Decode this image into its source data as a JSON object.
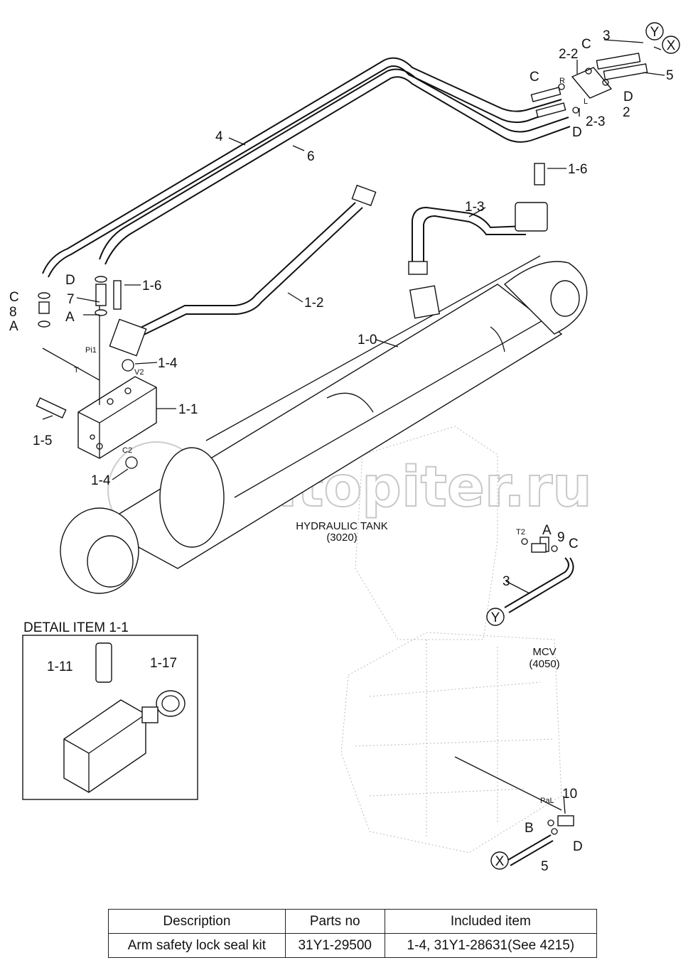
{
  "watermark": "autopiter.ru",
  "callouts": {
    "c3_top": "3",
    "c5_top": "5",
    "c2_2": "2-2",
    "c2": "2",
    "c2_3": "2-3",
    "cC_r1": "C",
    "cC_r2": "C",
    "cD_r1": "D",
    "cD_r2": "D",
    "c4": "4",
    "c6": "6",
    "c1_6a": "1-6",
    "c1_3": "1-3",
    "c1_2": "1-2",
    "c1_6b": "1-6",
    "cD_l": "D",
    "c7": "7",
    "cA_l1": "A",
    "cC_l": "C",
    "c8": "8",
    "cA_l2": "A",
    "c1_4a": "1-4",
    "c1_1": "1-1",
    "c1_5": "1-5",
    "c1_4b": "1-4",
    "c1_0": "1-0",
    "cA_t": "A",
    "c9": "9",
    "cC_t": "C",
    "c3_mid": "3",
    "c10": "10",
    "cB": "B",
    "cD_b": "D",
    "c5_bot": "5",
    "c1_11": "1-11",
    "c1_17": "1-17"
  },
  "circled": {
    "y_top": "Y",
    "x_top": "X",
    "y_mid": "Y",
    "x_bot": "X"
  },
  "ports": {
    "R": "R",
    "L": "L",
    "Pi1": "Pi1",
    "T": "T",
    "V2": "V2",
    "C2": "C2",
    "T2": "T2",
    "PaL": "PaL"
  },
  "notes": {
    "tank_name": "HYDRAULIC TANK",
    "tank_code": "(3020)",
    "mcv_name": "MCV",
    "mcv_code": "(4050)"
  },
  "detail": {
    "title": "DETAIL ITEM 1-1"
  },
  "table": {
    "headers": [
      "Description",
      "Parts no",
      "Included item"
    ],
    "rows": [
      [
        "Arm safety lock seal kit",
        "31Y1-29500",
        "1-4, 31Y1-28631(See 4215)"
      ]
    ]
  }
}
